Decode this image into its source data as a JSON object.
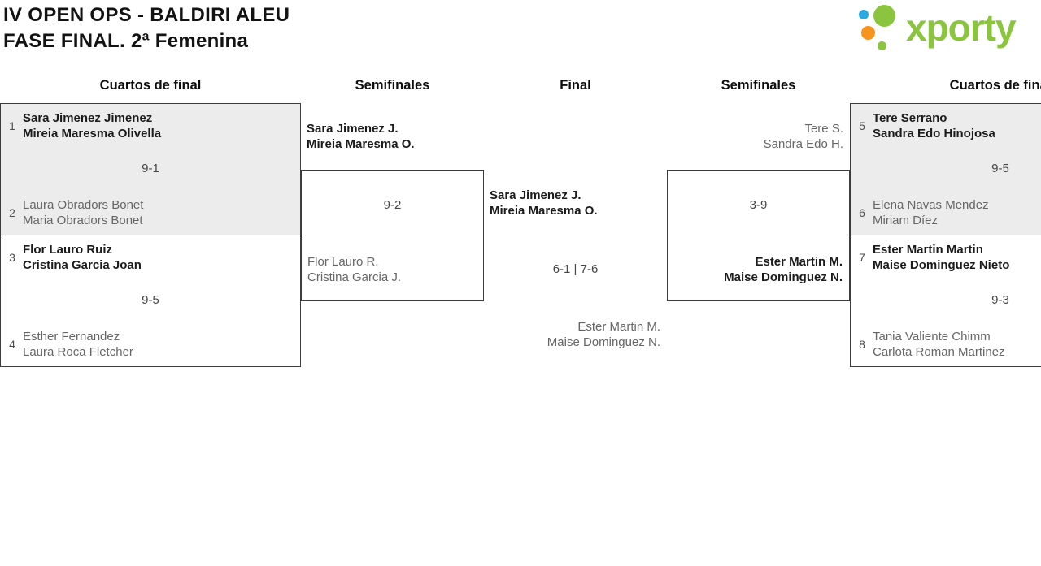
{
  "header": {
    "title_line1": "IV OPEN OPS - BALDIRI ALEU",
    "title_line2": "FASE FINAL. 2ª Femenina"
  },
  "logo": {
    "text": "xporty",
    "colors": {
      "green": "#8BC53F",
      "blue": "#2BA9E0",
      "orange": "#F7941E"
    }
  },
  "round_headers": {
    "left_quarters": "Cuartos de final",
    "left_semis": "Semifinales",
    "final": "Final",
    "right_semis": "Semifinales",
    "right_quarters": "Cuartos de final"
  },
  "matches": {
    "left_quarter_1": {
      "seed_top": "1",
      "top_line1": "Sara Jimenez Jimenez",
      "top_line2": "Mireia Maresma Olivella",
      "score": "9-1",
      "seed_bottom": "2",
      "bottom_line1": "Laura Obradors Bonet",
      "bottom_line2": "Maria Obradors Bonet"
    },
    "left_quarter_2": {
      "seed_top": "3",
      "top_line1": "Flor Lauro Ruiz",
      "top_line2": "Cristina Garcia Joan",
      "score": "9-5",
      "seed_bottom": "4",
      "bottom_line1": "Esther Fernandez",
      "bottom_line2": "Laura Roca Fletcher"
    },
    "left_semi": {
      "top_line1": "Sara Jimenez J.",
      "top_line2": "Mireia Maresma O.",
      "score": "9-2",
      "bottom_line1": "Flor Lauro R.",
      "bottom_line2": "Cristina Garcia J."
    },
    "final": {
      "top_line1": "Sara Jimenez J.",
      "top_line2": "Mireia Maresma O.",
      "score": "6-1 | 7-6",
      "bottom_line1": "Ester Martin M.",
      "bottom_line2": "Maise Dominguez N."
    },
    "right_semi": {
      "top_line1": "Tere S.",
      "top_line2": "Sandra Edo H.",
      "score": "3-9",
      "bottom_line1": "Ester Martin M.",
      "bottom_line2": "Maise Dominguez N."
    },
    "right_quarter_1": {
      "seed_top": "5",
      "top_line1": "Tere Serrano",
      "top_line2": "Sandra Edo Hinojosa",
      "score": "9-5",
      "seed_bottom": "6",
      "bottom_line1": "Elena Navas Mendez",
      "bottom_line2": "Miriam Díez"
    },
    "right_quarter_2": {
      "seed_top": "7",
      "top_line1": "Ester Martin Martin",
      "top_line2": "Maise Dominguez Nieto",
      "score": "9-3",
      "seed_bottom": "8",
      "bottom_line1": "Tania Valiente Chimm",
      "bottom_line2": "Carlota Roman Martinez"
    }
  }
}
